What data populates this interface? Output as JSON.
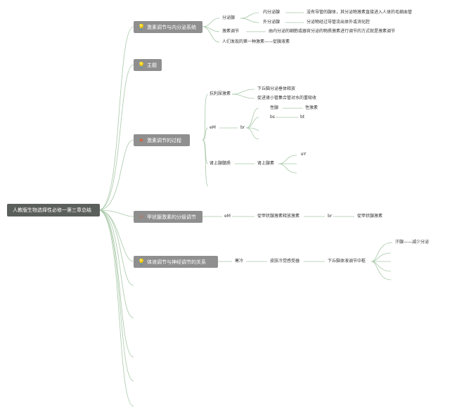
{
  "root": "人教版生物选择性必修一第三章总结",
  "topics": [
    {
      "label": "激素调节与内分泌系统",
      "icon": "lightbulb-icon"
    },
    {
      "label": "主题",
      "icon": "lightbulb-icon"
    },
    {
      "label": "激素调节的过程",
      "icon": "star-filled-icon"
    },
    {
      "label": "甲状腺激素的分级调节",
      "icon": "star-outline-icon"
    },
    {
      "label": "体液调节与神经调节的关系",
      "icon": "lightbulb-icon"
    }
  ],
  "t1": {
    "fenmi": "分泌腺",
    "neifenmi": "内分泌腺",
    "neifenmi_desc": "没有导管的腺体，其分泌物激素直接进入人体的毛细血管",
    "waifenmi": "外分泌腺",
    "waifenmi_desc": "分泌物经过导管流出体外或消化腔",
    "jisu": "激素调节",
    "jisu_desc": "由内分泌的细胞或器官分泌的物质激素进行调节的方式就是激素调节",
    "first": "人们发现的第一种激素——促胰液素"
  },
  "t3": {
    "kangli": "抗利尿激素",
    "kangli_a": "下丘脑分泌垂体释放",
    "kangli_b": "促进肾小管集合管对水的重吸收",
    "em": "eM",
    "br": "br",
    "xingxian": "性腺",
    "xingjisu": "性激素",
    "bs": "bs",
    "bt": "bt",
    "shenshang": "肾上腺髓质",
    "shenshangsu": "肾上腺素",
    "ey": "eY"
  },
  "t4": {
    "em": "eM",
    "cujia": "促甲状腺激素释放激素",
    "br": "br",
    "cujiaxian": "促甲状腺激素"
  },
  "t5": {
    "hanleng": "寒冷",
    "pifu": "皮肤冷觉感受器",
    "xiaqiunao": "下丘脑体液调节中枢",
    "hanxian": "汗腺——减少分泌"
  }
}
